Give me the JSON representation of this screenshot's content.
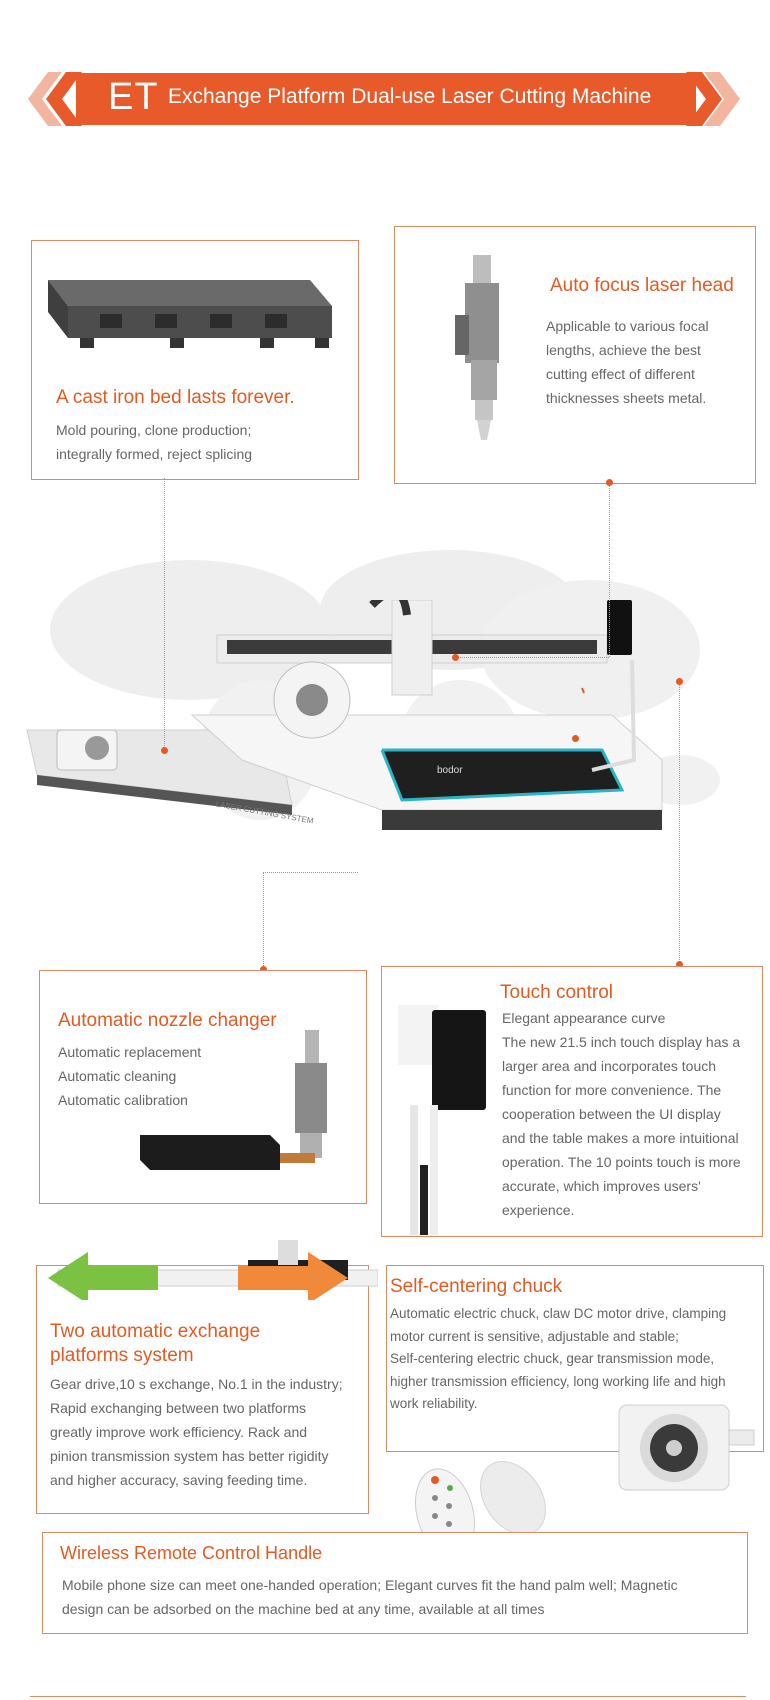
{
  "banner": {
    "code": "ET",
    "title": "Exchange Platform Dual-use Laser Cutting Machine"
  },
  "features": {
    "bed": {
      "title": "A cast iron bed lasts forever.",
      "lines": [
        "Mold pouring, clone production;",
        "integrally formed, reject splicing"
      ]
    },
    "laser_head": {
      "title": "Auto focus laser head",
      "lines": [
        "Applicable to various focal",
        "lengths, achieve the best",
        "cutting effect of different",
        "thicknesses sheets metal."
      ]
    },
    "nozzle": {
      "title": "Automatic nozzle changer",
      "lines": [
        "Automatic replacement",
        "Automatic cleaning",
        "Automatic calibration"
      ]
    },
    "touch": {
      "title": "Touch control",
      "lines": [
        "Elegant appearance curve",
        "The new 21.5 inch touch display has a",
        "larger area and incorporates touch",
        "function for more convenience. The",
        "cooperation between the UI display",
        "and the table makes a more intuitional",
        "operation. The 10 points touch is more",
        "accurate,  which improves users'",
        "experience."
      ]
    },
    "exchange": {
      "title_lines": [
        "Two automatic exchange",
        "platforms system"
      ],
      "lines": [
        "Gear drive,10 s exchange, No.1 in the industry;",
        "Rapid exchanging between two platforms",
        "greatly improve work efficiency. Rack and",
        "pinion transmission system has better rigidity",
        "and higher accuracy, saving feeding time."
      ]
    },
    "chuck": {
      "title": "Self-centering chuck",
      "lines": [
        "Automatic electric chuck, claw DC motor drive, clamping",
        "motor current is sensitive, adjustable and stable;",
        "Self-centering electric chuck, gear transmission mode,",
        "higher transmission efficiency, long working life and high",
        "work reliability."
      ]
    },
    "remote": {
      "title": "Wireless Remote Control Handle",
      "lines": [
        "Mobile phone size can meet one-handed operation; Elegant curves fit the hand palm well; Magnetic",
        "design can be adsorbed on the machine bed at any time, available at all times"
      ]
    }
  },
  "machine": {
    "brand": "bodor",
    "side_label": "LASER CUTTING SYSTEM"
  },
  "colors": {
    "accent": "#e85a2a",
    "accent_text": "#e35a22",
    "border": "#e08a63"
  }
}
